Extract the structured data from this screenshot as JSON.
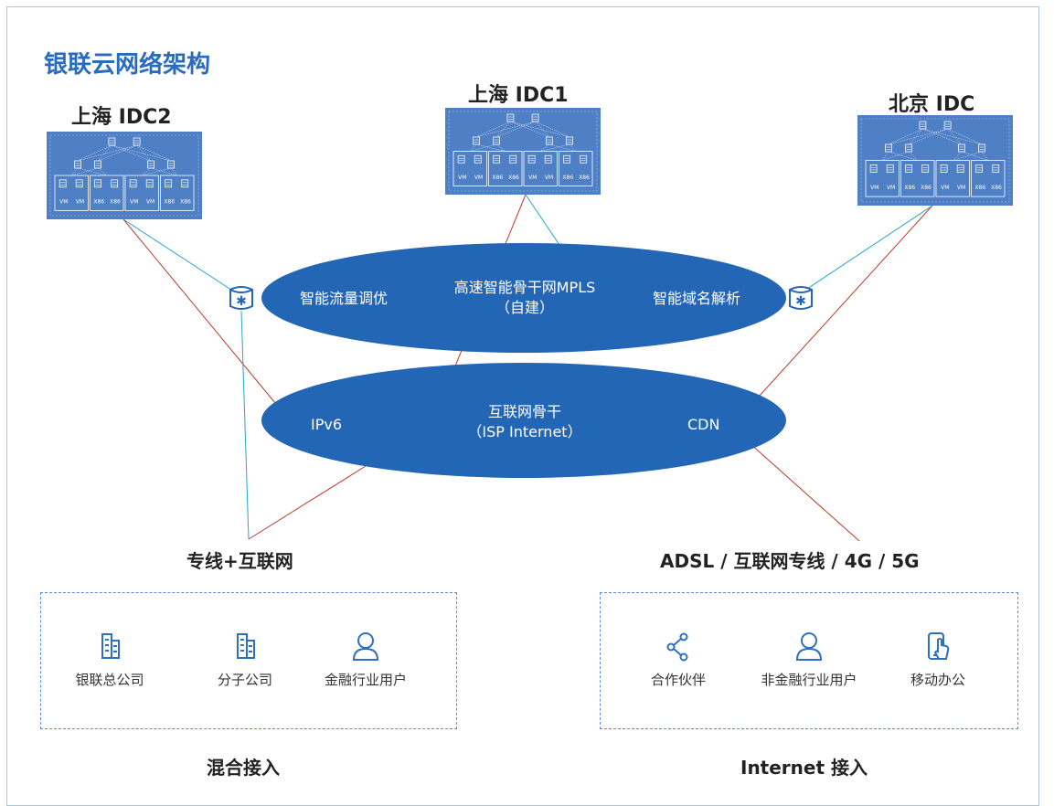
{
  "title": "银联云网络架构",
  "datacenters": [
    {
      "id": "idc2",
      "label": "上海 IDC2"
    },
    {
      "id": "idc1",
      "label": "上海 IDC1"
    },
    {
      "id": "bj",
      "label": "北京 IDC"
    }
  ],
  "server_labels": {
    "vm": "VM",
    "x86": "X86"
  },
  "backbone_mpls": {
    "title_line1": "高速智能骨干网MPLS",
    "title_line2": "（自建）",
    "left": "智能流量调优",
    "right": "智能域名解析"
  },
  "backbone_internet": {
    "title_line1": "互联网骨干",
    "title_line2": "（ISP Internet）",
    "left": "IPv6",
    "right": "CDN"
  },
  "access_left": "专线+互联网",
  "access_right": "ADSL / 互联网专线 / 4G / 5G",
  "group_left": {
    "label": "混合接入",
    "items": [
      {
        "label": "银联总公司",
        "icon": "building-icon"
      },
      {
        "label": "分子公司",
        "icon": "building-icon"
      },
      {
        "label": "金融行业用户",
        "icon": "user-icon"
      }
    ]
  },
  "group_right": {
    "label": "Internet 接入",
    "items": [
      {
        "label": "合作伙伴",
        "icon": "share-icon"
      },
      {
        "label": "非金融行业用户",
        "icon": "user-icon"
      },
      {
        "label": "移动办公",
        "icon": "mobile-touch-icon"
      }
    ]
  },
  "colors": {
    "accent": "#2a6bc2",
    "ellipse": "#2366b5",
    "datacenter_bg": "#4f7fc4",
    "red_link": "#c0392b",
    "cyan_link": "#2aa5c9",
    "icon_blue": "#2f6fc0"
  }
}
